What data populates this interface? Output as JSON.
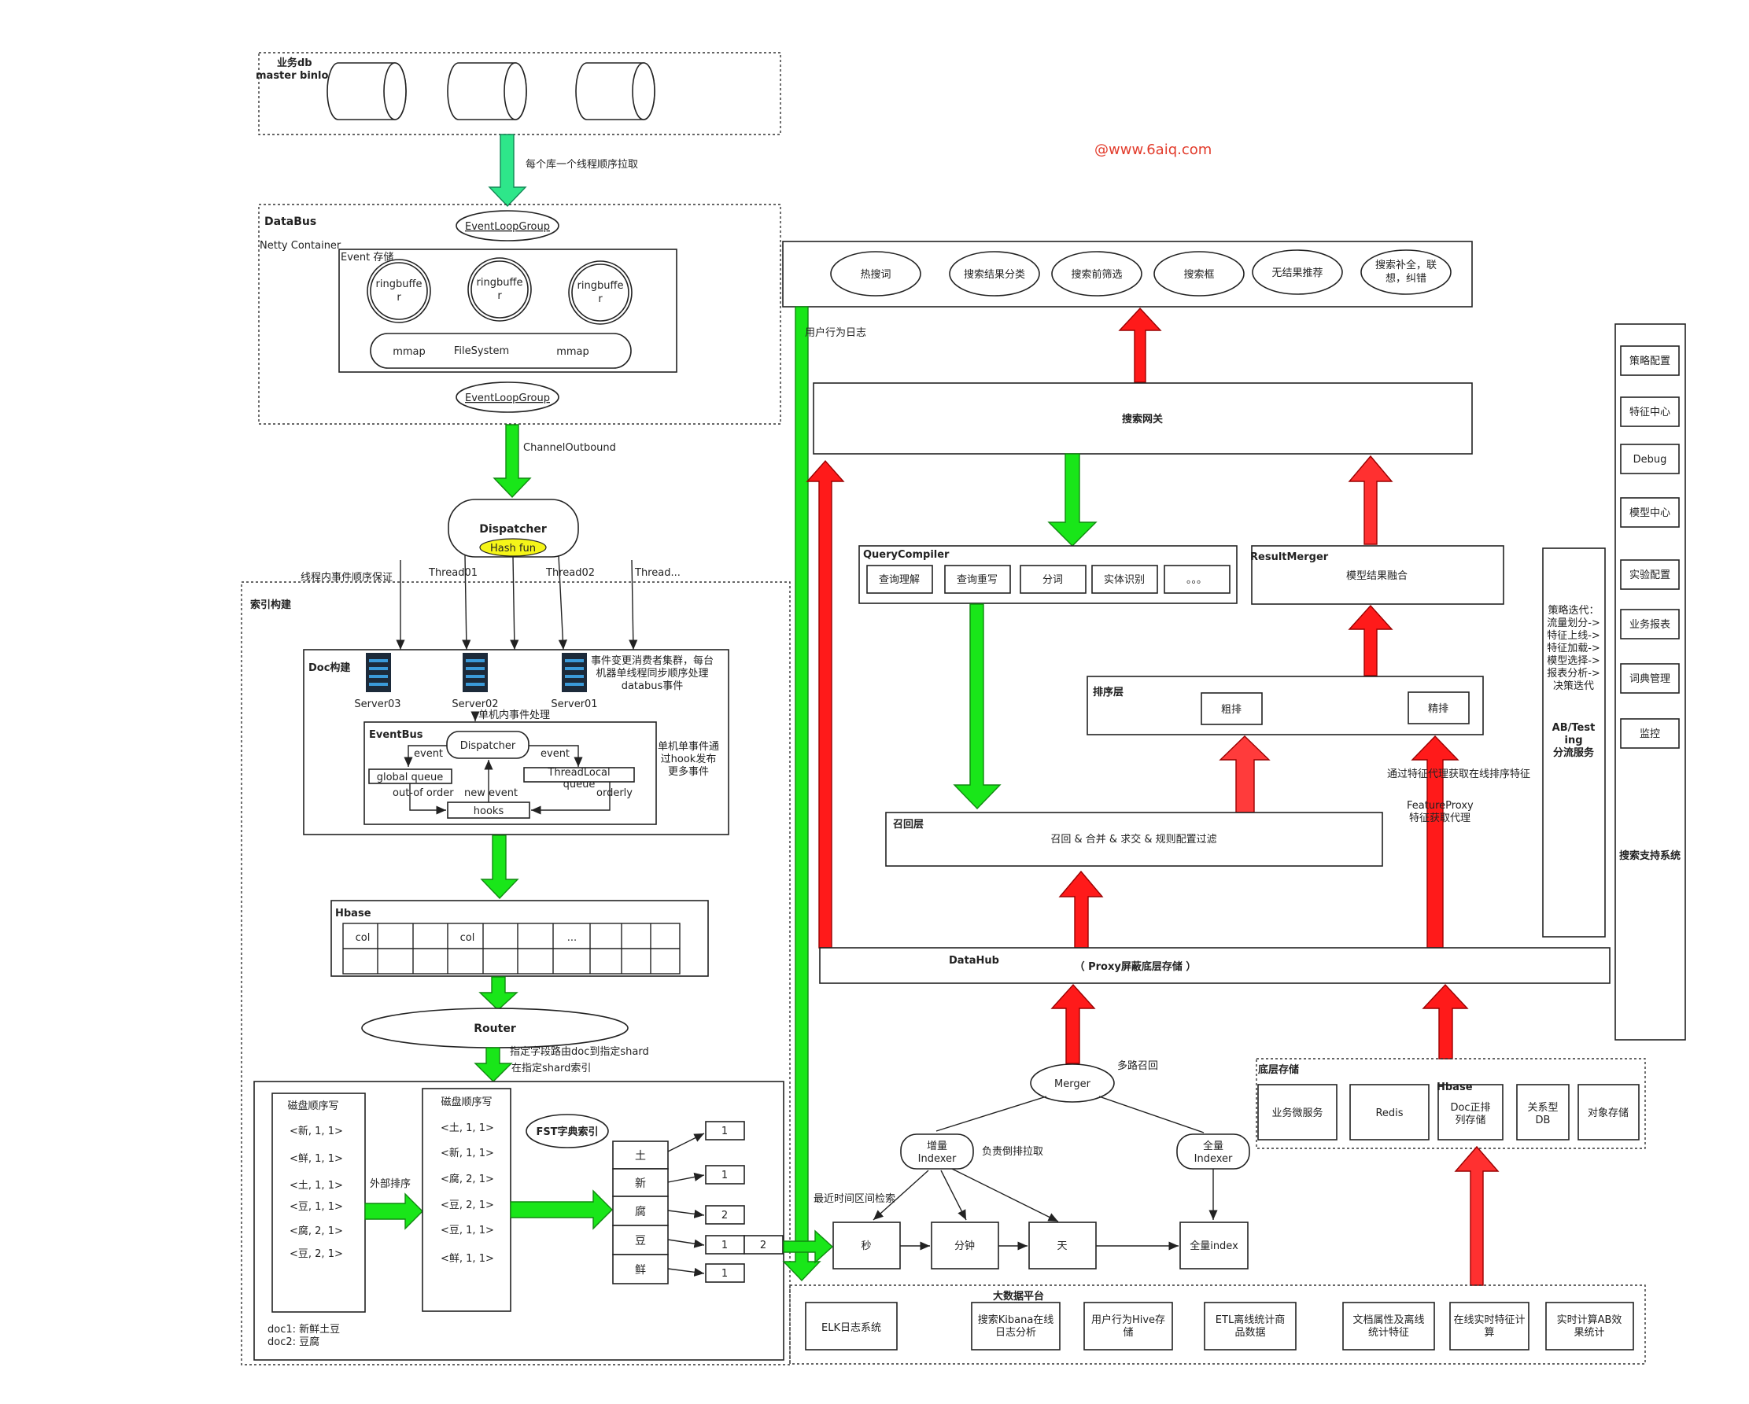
{
  "watermark": "@www.6aiq.com",
  "left": {
    "source_title_1": "业务db",
    "source_title_2": "master binlog",
    "pull_label": "每个库一个线程顺序拉取",
    "databus_title": "DataBus",
    "netty_label": "Netty Container",
    "event_store_label": "Event 存储",
    "eventloop_top": "EventLoopGroup",
    "eventloop_bottom": "EventLoopGroup",
    "ringbuffer_1a": "ringbuffe",
    "ringbuffer_1b": "r",
    "mmap_1": "mmap",
    "filesystem": "FileSystem",
    "mmap_2": "mmap",
    "channel_outbound": "ChannelOutbound",
    "dispatcher": "Dispatcher",
    "hash_fun": "Hash fun",
    "thread_order": "线程内事件顺序保证",
    "thread01": "Thread01",
    "thread02": "Thread02",
    "thread_more": "Thread...",
    "index_build_title": "索引构建",
    "doc_build_title": "Doc构建",
    "server03": "Server03",
    "server02": "Server02",
    "server01": "Server01",
    "consumer_note_1": "事件变更消费者集群，每台",
    "consumer_note_2": "机器单线程同步顺序处理",
    "consumer_note_3": "databus事件",
    "local_event": "单机内事件处理",
    "eventbus_title": "EventBus",
    "eb_dispatcher": "Dispatcher",
    "eb_event_1": "event",
    "eb_event_2": "event",
    "global_queue": "global queue",
    "threadlocal_1": "ThreadLocal",
    "threadlocal_2": "queue",
    "out_of_order": "out-of order",
    "new_event": "new event",
    "orderly": "orderly",
    "hooks": "hooks",
    "hook_note_1": "单机单事件通",
    "hook_note_2": "过hook发布",
    "hook_note_3": "更多事件",
    "hbase_title": "Hbase",
    "hbase_col_1": "col",
    "hbase_col_2": "col",
    "hbase_dots": "...",
    "router": "Router",
    "router_note_1": "指定字段路由doc到指定shard",
    "router_note_2": "在指定shard索引",
    "disk_write_1": "磁盘顺序写",
    "disk_write_2": "磁盘顺序写",
    "list_a": [
      "<新, 1, 1>",
      "<鲜, 1, 1>",
      "<土, 1, 1>",
      "<豆, 1, 1>",
      "<腐, 2, 1>",
      "<豆, 2, 1>"
    ],
    "list_b": [
      "<土, 1, 1>",
      "<新, 1, 1>",
      "<腐, 2, 1>",
      "<豆, 2, 1>",
      "<豆, 1, 1>",
      "<鲜, 1, 1>"
    ],
    "external_sort": "外部排序",
    "fst_label": "FST字典索引",
    "fst_terms": [
      "土",
      "新",
      "腐",
      "豆",
      "鲜"
    ],
    "postings": [
      "1",
      "1",
      "2",
      "1",
      "2",
      "1"
    ],
    "doc1": "doc1: 新鲜土豆",
    "doc2": "doc2: 豆腐"
  },
  "right": {
    "top_features": [
      "热搜词",
      "搜索结果分类",
      "搜索前筛选",
      "搜索框",
      "无结果推荐",
      "搜索补全，联",
      "想，纠错"
    ],
    "user_log": "用户行为日志",
    "gateway": "搜索网关",
    "query_compiler": "QueryCompiler",
    "qc_items": [
      "查询理解",
      "查询重写",
      "分词",
      "实体识别",
      "。。。"
    ],
    "result_merger": "ResultMerger",
    "model_merge": "模型结果融合",
    "rank_layer": "排序层",
    "coarse_rank": "粗排",
    "fine_rank": "精排",
    "feature_online": "通过特征代理获取在线排序特征",
    "feature_proxy_1": "FeatureProxy",
    "feature_proxy_2": "特征获取代理",
    "recall_layer": "召回层",
    "recall_desc": "召回 & 合并 & 求交 & 规则配置过滤",
    "datahub": "DataHub",
    "datahub_note": "（ Proxy屏蔽底层存储 ）",
    "merger": "Merger",
    "multi_recall": "多路召回",
    "incr_indexer_1": "增量",
    "incr_indexer_2": "Indexer",
    "full_indexer_1": "全量",
    "full_indexer_2": "Indexer",
    "inverted_pull": "负责倒排拉取",
    "recent_search": "最近时间区间检索",
    "sec": "秒",
    "minute": "分钟",
    "day": "天",
    "full_index": "全量index",
    "storage_title": "底层存储",
    "storage_hbase": "Hbase",
    "storage_items": [
      "业务微服务",
      "Redis",
      "Doc正排",
      "列存储",
      "关系型",
      "DB",
      "对象存储"
    ],
    "bigdata_title": "大数据平台",
    "bigdata_items": [
      "ELK日志系统",
      "搜索Kibana在线",
      "日志分析",
      "用户行为Hive存",
      "储",
      "ETL离线统计商",
      "品数据",
      "文档属性及离线",
      "统计特征",
      "在线实时特征计",
      "算",
      "实时计算AB效",
      "果统计"
    ],
    "ab_lines": [
      "策略迭代：",
      "流量划分->",
      "特征上线->",
      "特征加载->",
      "模型选择->",
      "报表分析->",
      "决策迭代"
    ],
    "ab_title_1": "AB/Test",
    "ab_title_2": "ing",
    "ab_title_3": "分流服务",
    "support_items": [
      "策略配置",
      "特征中心",
      "Debug",
      "模型中心",
      "实验配置",
      "业务报表",
      "词典管理",
      "监控"
    ],
    "support_title": "搜索支持系统"
  },
  "colors": {
    "green": "#19e619",
    "mint": "#2ee68a",
    "red": "#ff1a1a",
    "hash_yellow": "#f5f519",
    "watermark": "#e23b2b"
  }
}
